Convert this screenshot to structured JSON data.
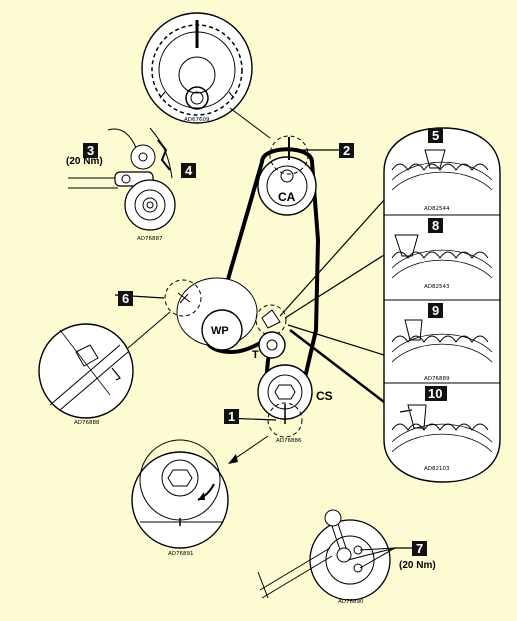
{
  "callouts": [
    "1",
    "2",
    "3",
    "4",
    "5",
    "6",
    "7",
    "8",
    "9",
    "10"
  ],
  "pulley_labels": {
    "camshaft": "CA",
    "water_pump": "WP",
    "tensioner": "T",
    "crankshaft": "CS"
  },
  "torque_labels": {
    "tensioner_bolt": "(20 Nm)",
    "pulley_bolts": "(20 Nm)"
  },
  "reference_codes": {
    "camshaft_detail": "AD67609",
    "tensioner_detail": "AD76887",
    "tooth_5": "AD82544",
    "tooth_8": "AD82543",
    "tooth_9": "AD76889",
    "tooth_10": "AD82103",
    "pump_mark_detail": "AD76888",
    "crank_ref": "AD76886",
    "crank_mark_detail": "AD76891",
    "pulley_bolts_detail": "AD76890"
  }
}
